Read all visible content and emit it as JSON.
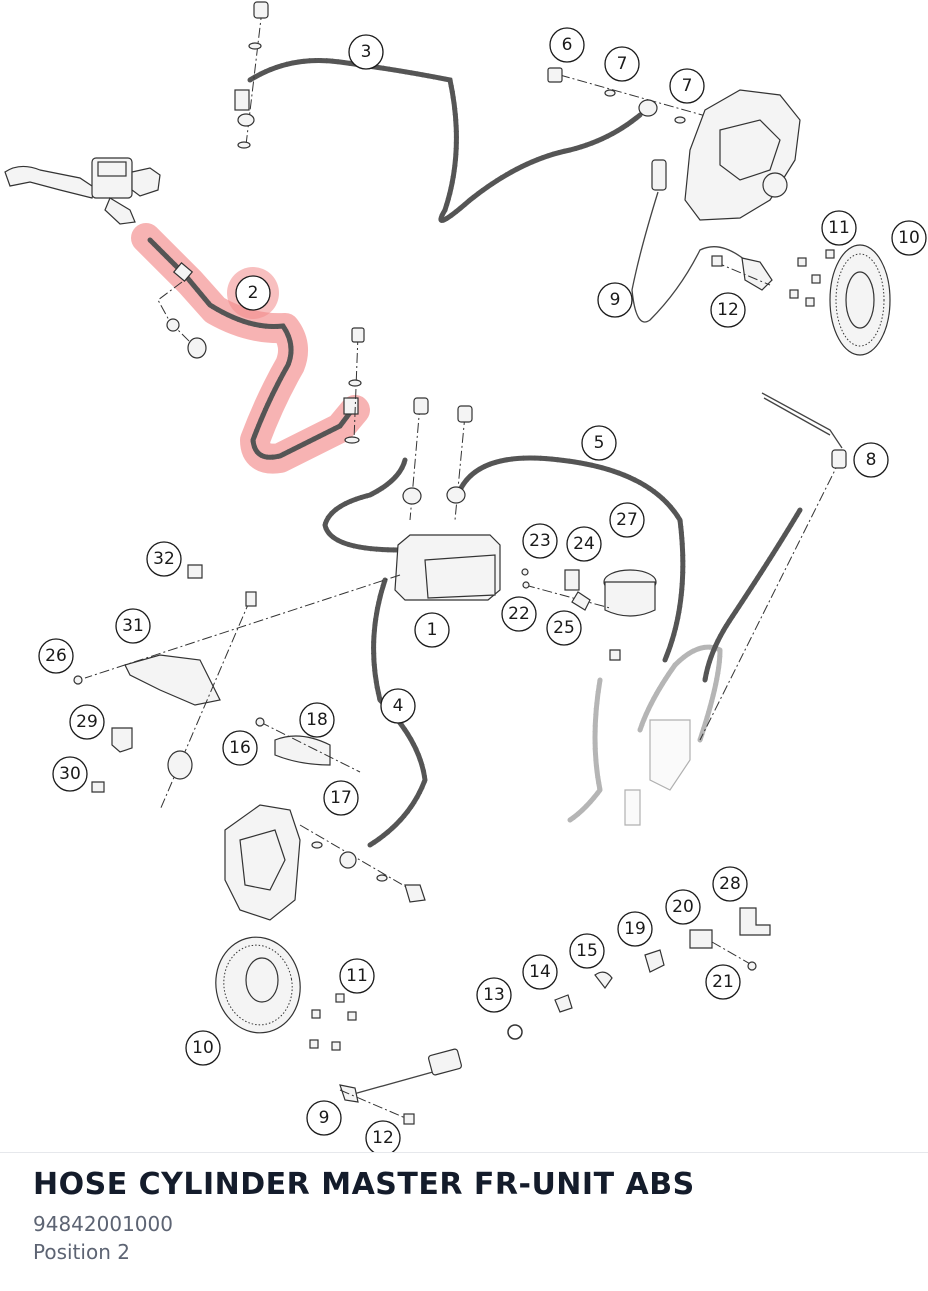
{
  "part": {
    "title": "HOSE CYLINDER MASTER FR-UNIT ABS",
    "number": "94842001000",
    "position": "Position 2"
  },
  "diagram": {
    "highlight_color": "#f28b8b",
    "selected_callout": "2",
    "callouts": [
      {
        "id": "c1",
        "label": "1"
      },
      {
        "id": "c2",
        "label": "2"
      },
      {
        "id": "c3",
        "label": "3"
      },
      {
        "id": "c4",
        "label": "4"
      },
      {
        "id": "c5",
        "label": "5"
      },
      {
        "id": "c6",
        "label": "6"
      },
      {
        "id": "c7a",
        "label": "7"
      },
      {
        "id": "c7b",
        "label": "7"
      },
      {
        "id": "c8",
        "label": "8"
      },
      {
        "id": "c9a",
        "label": "9"
      },
      {
        "id": "c9b",
        "label": "9"
      },
      {
        "id": "c10a",
        "label": "10"
      },
      {
        "id": "c10b",
        "label": "10"
      },
      {
        "id": "c11a",
        "label": "11"
      },
      {
        "id": "c11b",
        "label": "11"
      },
      {
        "id": "c12a",
        "label": "12"
      },
      {
        "id": "c12b",
        "label": "12"
      },
      {
        "id": "c13",
        "label": "13"
      },
      {
        "id": "c14",
        "label": "14"
      },
      {
        "id": "c15",
        "label": "15"
      },
      {
        "id": "c16",
        "label": "16"
      },
      {
        "id": "c17",
        "label": "17"
      },
      {
        "id": "c18",
        "label": "18"
      },
      {
        "id": "c19",
        "label": "19"
      },
      {
        "id": "c20",
        "label": "20"
      },
      {
        "id": "c21",
        "label": "21"
      },
      {
        "id": "c22",
        "label": "22"
      },
      {
        "id": "c23",
        "label": "23"
      },
      {
        "id": "c24",
        "label": "24"
      },
      {
        "id": "c25",
        "label": "25"
      },
      {
        "id": "c26",
        "label": "26"
      },
      {
        "id": "c27",
        "label": "27"
      },
      {
        "id": "c28",
        "label": "28"
      },
      {
        "id": "c29",
        "label": "29"
      },
      {
        "id": "c30",
        "label": "30"
      },
      {
        "id": "c31",
        "label": "31"
      },
      {
        "id": "c32",
        "label": "32"
      }
    ]
  }
}
